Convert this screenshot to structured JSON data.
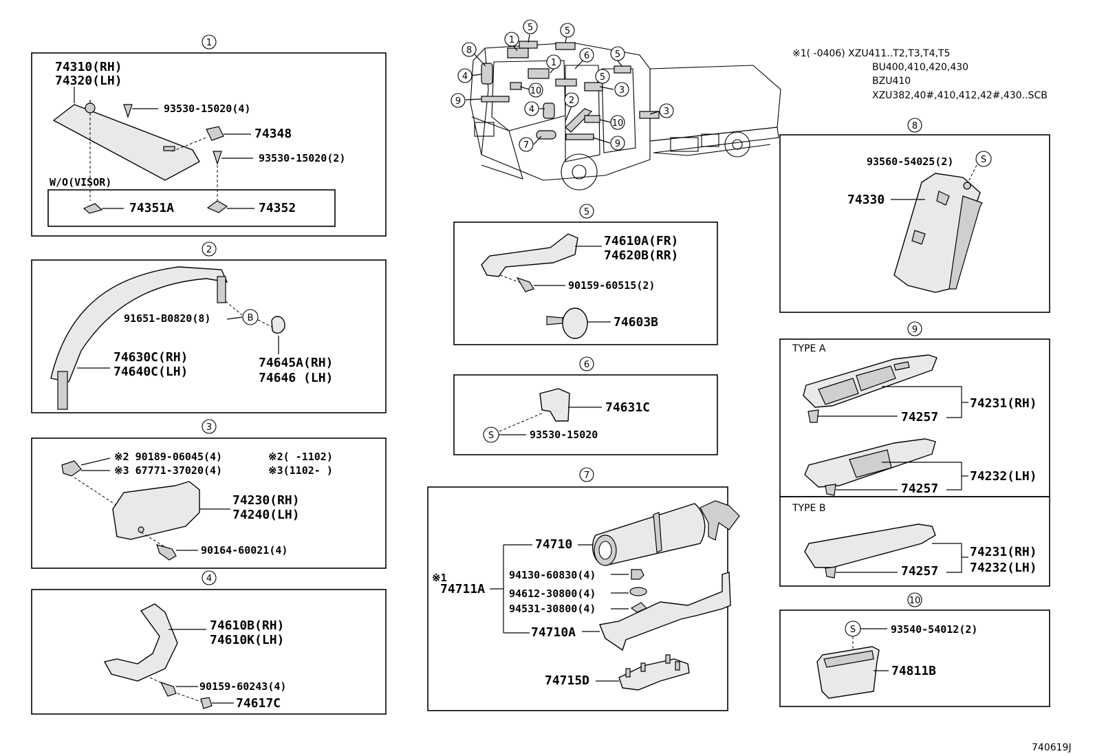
{
  "callouts": {
    "c1": "1",
    "c2": "2",
    "c3": "3",
    "c4": "4",
    "c5": "5",
    "c6": "6",
    "c7": "7",
    "c8": "8",
    "c9": "9",
    "c10": "10"
  },
  "sec1": {
    "visor": "74310(RH)",
    "visor2": "74320(LH)",
    "screw1": "93530-15020(4)",
    "clip": "74348",
    "screw2": "93530-15020(2)",
    "wo_visor": "W/O(VISOR)",
    "holder_a": "74351A",
    "holder": "74352"
  },
  "sec2": {
    "clip": "91651-B0820(8)",
    "clip_mark": "B",
    "garnish": "74630C(RH)",
    "garnish2": "74640C(LH)",
    "cover": "74645A(RH)",
    "cover2": "74646  (LH)"
  },
  "sec3": {
    "note2a": "※2 90189-06045(4)",
    "note3a": "※3 67771-37020(4)",
    "note2b": "※2(   -1102)",
    "note3b": "※3(1102-   )",
    "armrest": "74230(RH)",
    "armrest2": "74240(LH)",
    "screw": "90164-60021(4)"
  },
  "sec4": {
    "grip": "74610B(RH)",
    "grip2": "74610K(LH)",
    "screw": "90159-60243(4)",
    "cap": "74617C"
  },
  "sec5": {
    "grip": "74610A(FR)",
    "grip2": "74620B(RR)",
    "screw": "90159-60515(2)",
    "clip": "74603B"
  },
  "sec6": {
    "hook": "74631C",
    "screw_mark": "S",
    "screw": "93530-15020"
  },
  "sec7": {
    "note_mark": "※1",
    "assy": "74711A",
    "extinguisher": "74710",
    "nut": "94130-60830(4)",
    "washer": "94612-30800(4)",
    "washer2": "94531-30800(4)",
    "bracket": "74710A",
    "bracket2": "74715D"
  },
  "sec8": {
    "screw": "93560-54025(2)",
    "screw_mark": "S",
    "pocket": "74330"
  },
  "sec9": {
    "type_a": "TYPE A",
    "type_b": "TYPE B",
    "panel_rh": "74231(RH)",
    "clip": "74257",
    "panel_lh": "74232(LH)"
  },
  "sec10": {
    "screw_mark": "S",
    "screw": "93540-54012(2)",
    "tray": "74811B"
  },
  "notes": {
    "l1": "※1(  -0406) XZU411..T2,T3,T4,T5",
    "l2": "BU400,410,420,430",
    "l3": "BZU410",
    "l4": "XZU382,40#,410,412,42#,430..SCB"
  },
  "figure_id": "740619J"
}
